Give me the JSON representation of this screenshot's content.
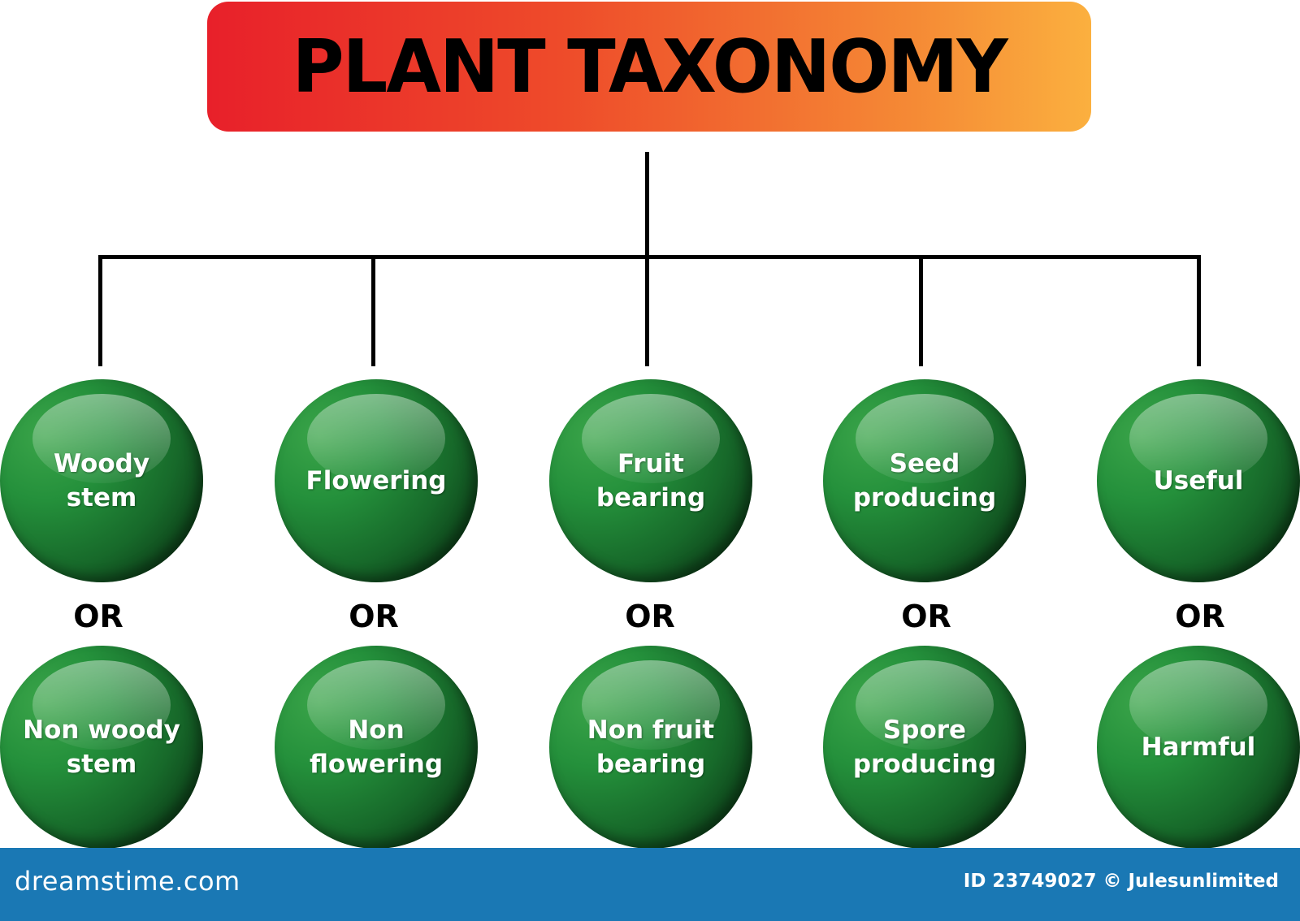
{
  "title": "PLANT TAXONOMY",
  "pairs": [
    {
      "top": "Woody\nstem",
      "or": "OR",
      "bottom": "Non woody\nstem"
    },
    {
      "top": "Flowering",
      "or": "OR",
      "bottom": "Non flowering"
    },
    {
      "top": "Fruit\nbearing",
      "or": "OR",
      "bottom": "Non fruit\nbearing"
    },
    {
      "top": "Seed\nproducing",
      "or": "OR",
      "bottom": "Spore\nproducing"
    },
    {
      "top": "Useful",
      "or": "OR",
      "bottom": "Harmful"
    }
  ],
  "footer": {
    "site": "dreamstime.com",
    "credit": "ID 23749027 © Julesunlimited"
  },
  "colors": {
    "title_gradient_start": "#e8202a",
    "title_gradient_end": "#fbb03f",
    "node_green": "#1e7d33",
    "footer_blue": "#1a78b4"
  }
}
